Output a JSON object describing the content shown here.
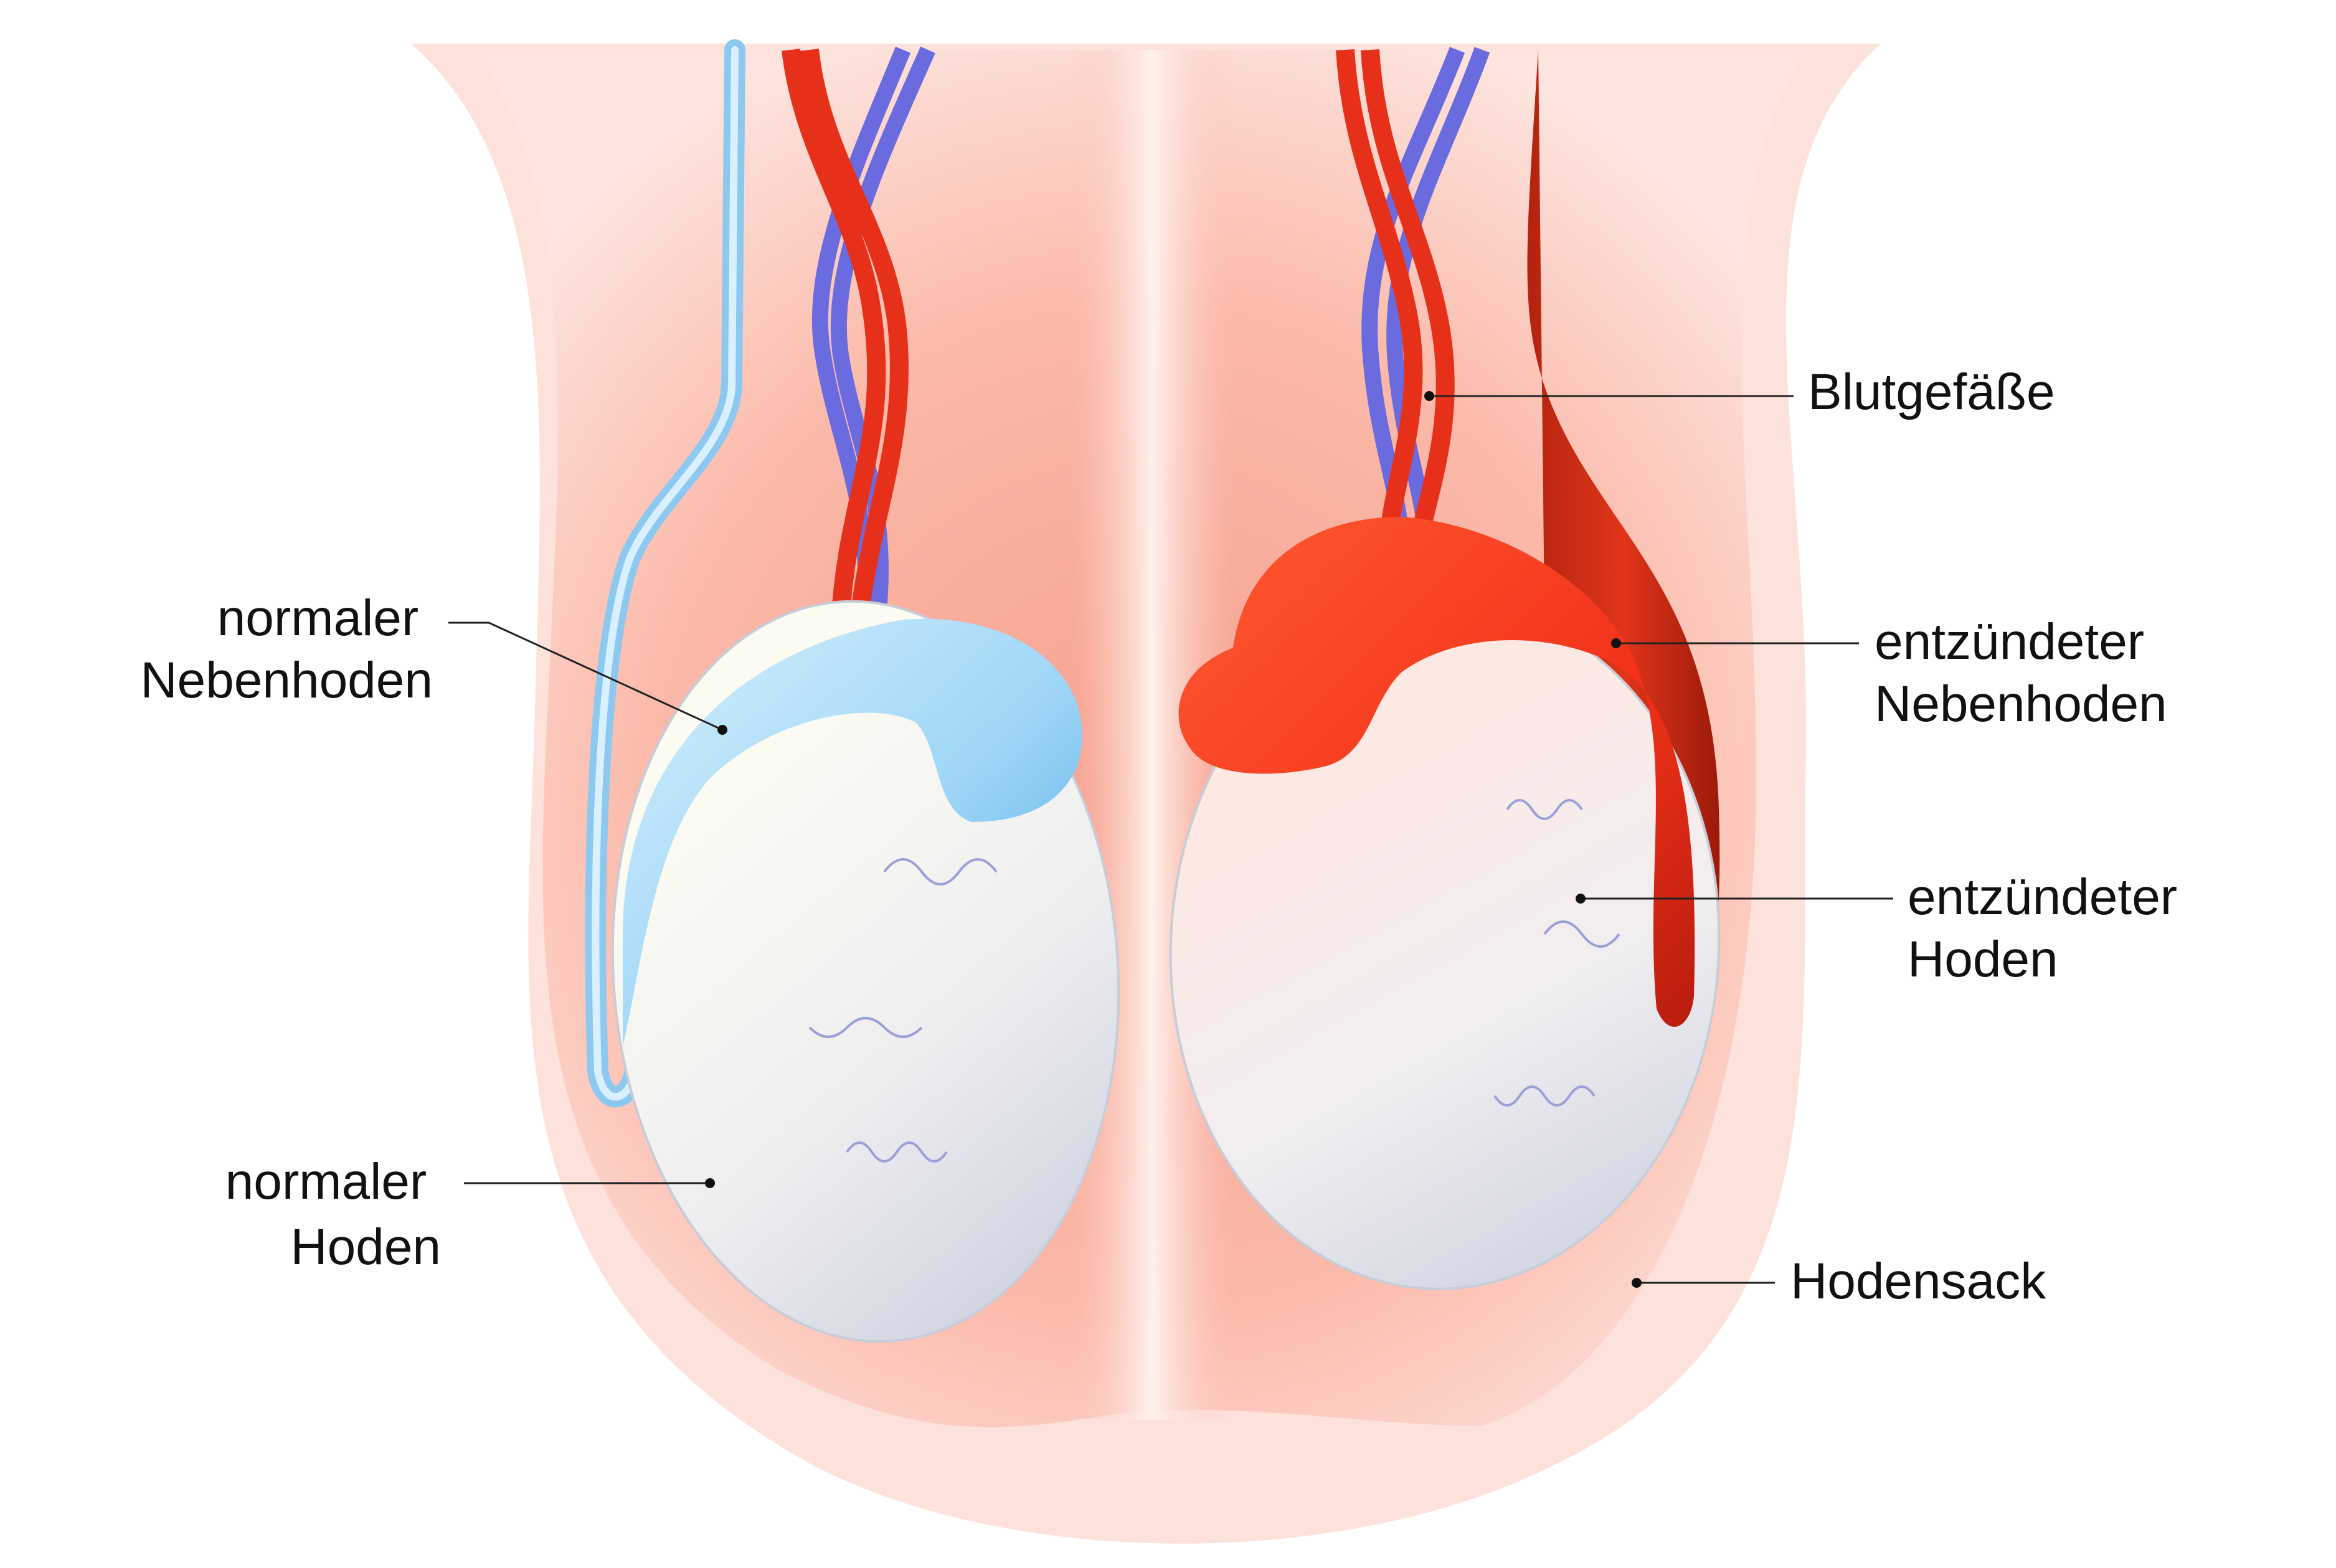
{
  "labels": {
    "normal_epididymis": [
      "normaler",
      "Nebenhoden"
    ],
    "normal_testis": [
      "normaler",
      "Hoden"
    ],
    "blood_vessels": [
      "Blutgefäße"
    ],
    "inflamed_epididymis": [
      "entzündeter",
      "Nebenhoden"
    ],
    "inflamed_testis": [
      "entzündeter",
      "Hoden"
    ],
    "scrotum": [
      "Hodensack"
    ]
  },
  "colors": {
    "scrotum_outer": "#fbe0dc",
    "scrotum_inner": "#f8a090",
    "artery": "#e8301c",
    "vein": "#6f6fe0",
    "normal_epididymis": "#aee0f8",
    "inflamed_epididymis": "#ff3a1a",
    "testis": "#eef0f4"
  }
}
